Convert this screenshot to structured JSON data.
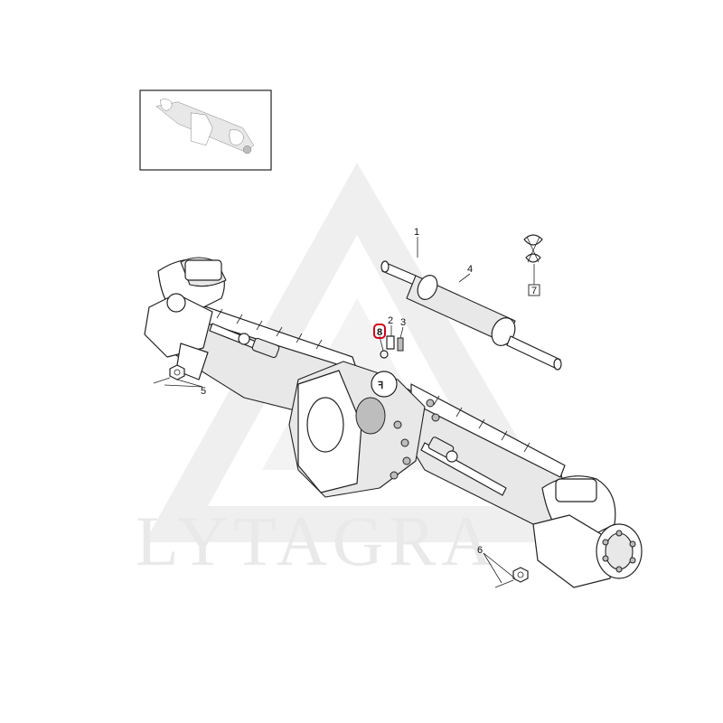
{
  "watermark": {
    "text": "LYTAGRA",
    "color": "#e9e9e9"
  },
  "thumbnail": {
    "icon": "axle-overview-thumbnail"
  },
  "callouts": [
    {
      "id": "1",
      "label": "1"
    },
    {
      "id": "2",
      "label": "2"
    },
    {
      "id": "3",
      "label": "3"
    },
    {
      "id": "4",
      "label": "4"
    },
    {
      "id": "5",
      "label": "5"
    },
    {
      "id": "6",
      "label": "6"
    },
    {
      "id": "7",
      "label": "7"
    },
    {
      "id": "8",
      "label": "8",
      "highlighted": true
    }
  ],
  "colors": {
    "line": "#222222",
    "highlight": "#d0021b"
  }
}
